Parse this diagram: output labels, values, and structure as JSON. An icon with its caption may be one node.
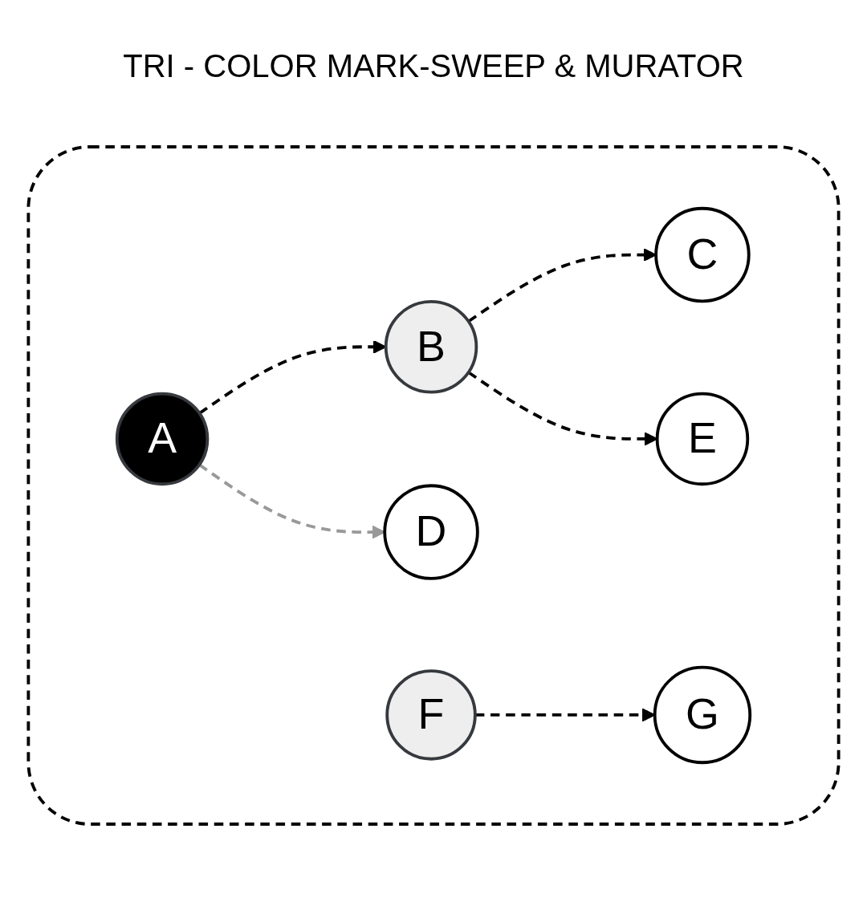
{
  "diagram": {
    "title": "TRI - COLOR MARK-SWEEP & MURATOR",
    "nodes": [
      {
        "text": [],
        "shape": "box"
      },
      {
        "text": [
          "A"
        ],
        "in": 0
      },
      {
        "text": [
          "B"
        ],
        "in": 0
      },
      {
        "text": [
          "C"
        ],
        "in": 0
      },
      {
        "text": [
          "D"
        ],
        "in": 0
      },
      {
        "text": [
          "E"
        ],
        "in": 0
      },
      {
        "text": [
          "F"
        ],
        "in": 0
      },
      {
        "text": [
          "G"
        ],
        "in": 0
      }
    ],
    "edges": [
      {
        "from": 1,
        "to": 2,
        "arrow": "to",
        "style": "dashed"
      },
      {
        "from": 2,
        "to": 3,
        "arrow": "to",
        "style": "dashed"
      },
      {
        "from": 1,
        "to": 4,
        "arrow": "to",
        "style": "dashed",
        "color": "#999999"
      },
      {
        "from": 2,
        "to": 5,
        "arrow": "to",
        "style": "dashed"
      },
      {
        "from": 6,
        "to": 7,
        "arrow": "to",
        "style": "dashed"
      }
    ]
  }
}
